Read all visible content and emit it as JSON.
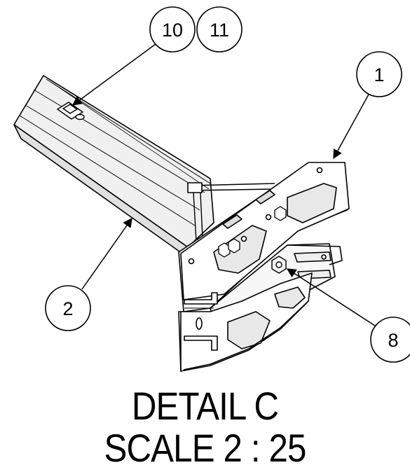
{
  "callouts": {
    "b10": "10",
    "b11": "11",
    "b1": "1",
    "b2": "2",
    "b8": "8"
  },
  "caption": {
    "detail": "DETAIL C",
    "scale": "SCALE 2 : 25"
  },
  "colors": {
    "ink": "#000000",
    "paper": "#ffffff",
    "shade": "#e6e6e6"
  }
}
